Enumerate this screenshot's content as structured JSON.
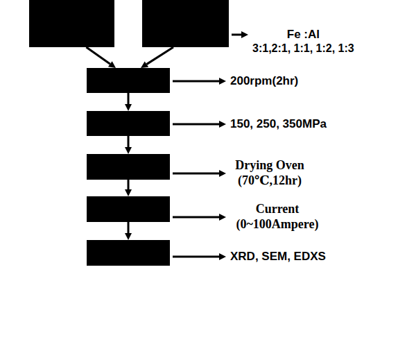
{
  "diagram": {
    "nodes": [
      {
        "text": []
      },
      {
        "text": []
      },
      {
        "text": []
      },
      {
        "text": []
      },
      {
        "text": []
      },
      {
        "text": []
      },
      {
        "text": []
      },
      {
        "text": [
          "Fe :Al",
          "3:1,2:1, 1:1, 1:2, 1:3"
        ]
      },
      {
        "text": [
          "200rpm(2hr)"
        ]
      },
      {
        "text": [
          "150, 250, 350MPa"
        ]
      },
      {
        "text": [
          "Drying Oven (70℃,12hr)"
        ]
      },
      {
        "text": [
          "Current (0~100Ampere)"
        ]
      },
      {
        "text": [
          "XRD, SEM, EDXS"
        ]
      }
    ],
    "edges": [
      {
        "from": 0,
        "to": 2,
        "arrow": "to"
      },
      {
        "from": 1,
        "to": 2,
        "arrow": "to"
      },
      {
        "from": 2,
        "to": 3,
        "arrow": "to"
      },
      {
        "from": 3,
        "to": 4,
        "arrow": "to"
      },
      {
        "from": 4,
        "to": 5,
        "arrow": "to"
      },
      {
        "from": 5,
        "to": 6,
        "arrow": "to"
      },
      {
        "from": 1,
        "to": 7,
        "arrow": "to"
      },
      {
        "from": 2,
        "to": 8,
        "arrow": "to"
      },
      {
        "from": 3,
        "to": 9,
        "arrow": "to"
      },
      {
        "from": 4,
        "to": 10,
        "arrow": "to"
      },
      {
        "from": 5,
        "to": 11,
        "arrow": "to"
      },
      {
        "from": 6,
        "to": 12,
        "arrow": "to"
      }
    ]
  }
}
